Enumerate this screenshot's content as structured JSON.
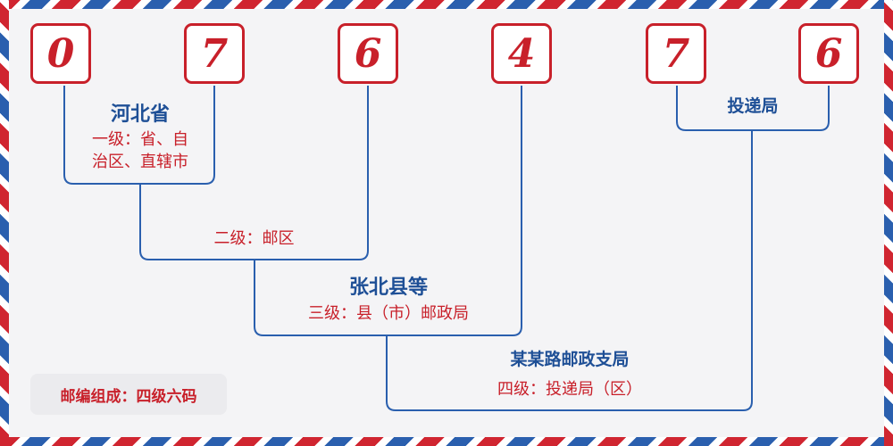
{
  "digits": [
    "0",
    "7",
    "6",
    "4",
    "7",
    "6"
  ],
  "levels": {
    "level1": {
      "name": "河北省",
      "desc_line1": "一级：省、自",
      "desc_line2": "治区、直辖市"
    },
    "level2": {
      "desc": "二级：邮区"
    },
    "level3": {
      "name": "张北县等",
      "desc": "三级：县（市）邮政局"
    },
    "level4": {
      "name": "某某路邮政支局",
      "desc": "四级：投递局（区）"
    },
    "level5": {
      "name": "投递局"
    }
  },
  "footer": {
    "note": "邮编组成：四级六码"
  },
  "colors": {
    "red": "#c8202a",
    "blue": "#2a5fae",
    "dark_blue": "#1e4f96",
    "background": "#f4f4f6"
  }
}
